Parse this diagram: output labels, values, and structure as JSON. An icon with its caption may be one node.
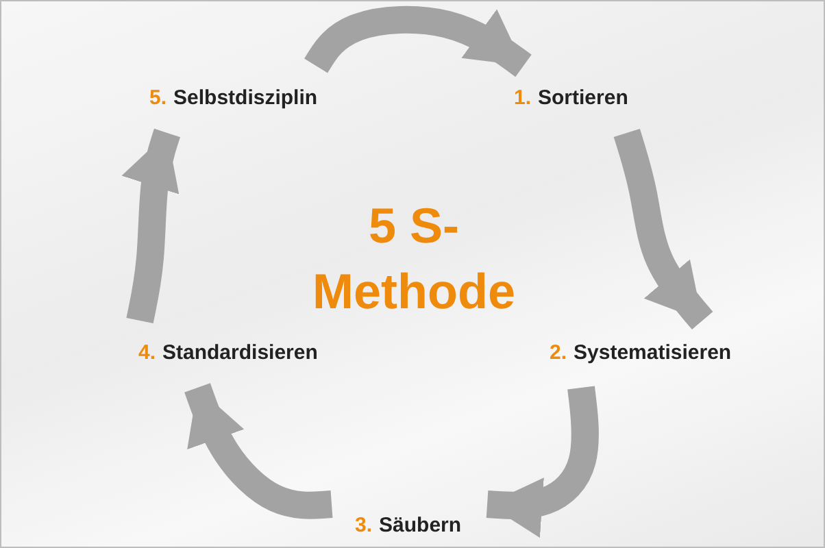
{
  "diagram": {
    "nodes": [
      {
        "text": [
          "5 S- Methode"
        ]
      },
      {
        "text": [
          "1.",
          "Sortieren"
        ]
      },
      {
        "text": [
          "2.",
          "Systematisieren"
        ]
      },
      {
        "text": [
          "3.",
          "Säubern"
        ]
      },
      {
        "text": [
          "4.",
          "Standardisieren"
        ]
      },
      {
        "text": [
          "5.",
          "Selbstdisziplin"
        ]
      }
    ],
    "edges": [
      {
        "from": 5,
        "to": 1,
        "arrow": "to"
      },
      {
        "from": 1,
        "to": 2,
        "arrow": "to"
      },
      {
        "from": 2,
        "to": 3,
        "arrow": "to"
      },
      {
        "from": 3,
        "to": 4,
        "arrow": "to"
      },
      {
        "from": 4,
        "to": 5,
        "arrow": "to"
      }
    ]
  }
}
